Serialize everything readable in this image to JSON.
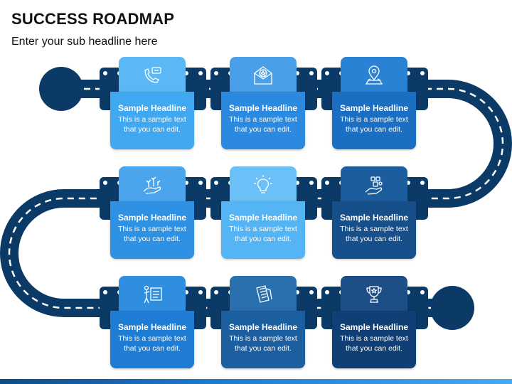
{
  "header": {
    "title": "SUCCESS ROADMAP",
    "subtitle": "Enter your sub headline here"
  },
  "colors": {
    "road": "#0b3a66",
    "road_dash": "#ffffff",
    "background": "#ffffff"
  },
  "cards": [
    {
      "headline": "Sample Headline",
      "text": "This is a sample text that you can edit.",
      "icon": "phone-chat-icon",
      "top_color": "#5cb8f5",
      "bottom_color": "#3fa8f0"
    },
    {
      "headline": "Sample Headline",
      "text": "This is a sample text that you can edit.",
      "icon": "award-envelope-icon",
      "top_color": "#4a9fe8",
      "bottom_color": "#2b8ae0"
    },
    {
      "headline": "Sample Headline",
      "text": "This is a sample text that you can edit.",
      "icon": "location-pin-icon",
      "top_color": "#2a82d4",
      "bottom_color": "#1a6fc2"
    },
    {
      "headline": "Sample Headline",
      "text": "This is a sample text that you can edit.",
      "icon": "hand-growth-icon",
      "top_color": "#4aa5ec",
      "bottom_color": "#2e91e4"
    },
    {
      "headline": "Sample Headline",
      "text": "This is a sample text that you can edit.",
      "icon": "lightbulb-icon",
      "top_color": "#6cc0f8",
      "bottom_color": "#54b4f4"
    },
    {
      "headline": "Sample Headline",
      "text": "This is a sample text that you can edit.",
      "icon": "hand-coins-icon",
      "top_color": "#1c5d9e",
      "bottom_color": "#164f8a"
    },
    {
      "headline": "Sample Headline",
      "text": "This is a sample text that you can edit.",
      "icon": "presentation-icon",
      "top_color": "#2f8ee0",
      "bottom_color": "#1f7cd4"
    },
    {
      "headline": "Sample Headline",
      "text": "This is a sample text that you can edit.",
      "icon": "documents-icon",
      "top_color": "#2a6fae",
      "bottom_color": "#1b5fa0"
    },
    {
      "headline": "Sample Headline",
      "text": "This is a sample text that you can edit.",
      "icon": "trophy-icon",
      "top_color": "#1d4f86",
      "bottom_color": "#0f3f74"
    }
  ]
}
